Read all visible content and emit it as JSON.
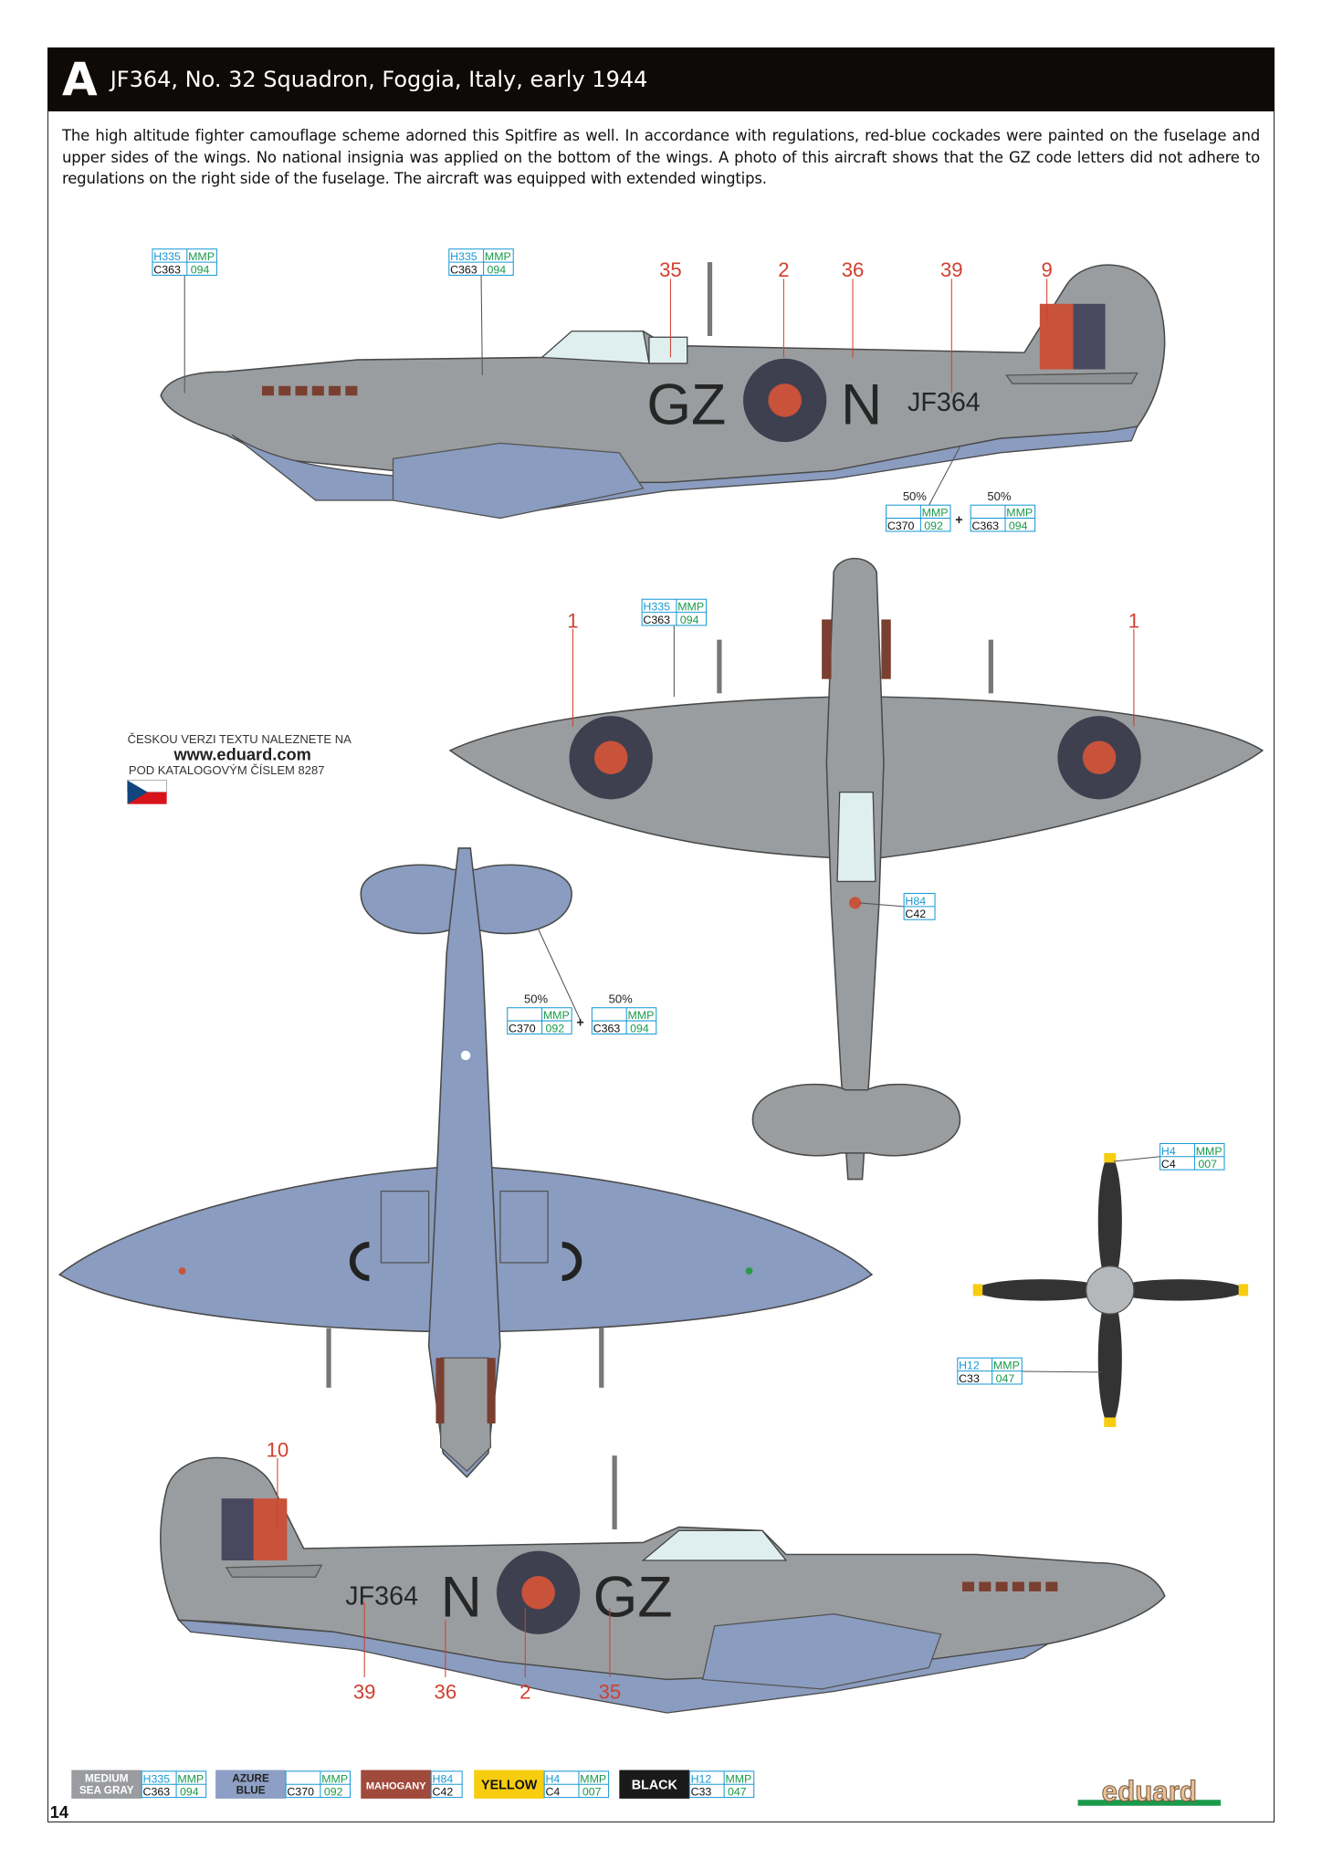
{
  "header": {
    "profile_letter": "A",
    "title": "JF364, No. 32 Squadron, Foggia, Italy, early 1944"
  },
  "description": "The high altitude fighter camouflage scheme adorned this Spitfire as well. In accordance with regulations, red-blue cockades were painted on the fuselage and upper sides of the wings. No national insignia was applied on the bottom of the wings. A photo of this aircraft shows that the GZ code letters did not adhere to regulations on the right side of the fuselage. The aircraft was equipped with extended wingtips.",
  "aircraft_markings": {
    "code_left": "GZ",
    "code_right": "N",
    "serial": "JF364"
  },
  "czech_note": {
    "line1": "ČESKOU VERZI TEXTU NALEZNETE NA",
    "url": "www.eduard.com",
    "line2": "POD KATALOGOVÝM ČÍSLEM 8287"
  },
  "stencil_numbers": {
    "left_side": [
      "35",
      "2",
      "36",
      "39",
      "9"
    ],
    "top_view": [
      "1",
      "1"
    ],
    "right_side": [
      "10",
      "39",
      "36",
      "2",
      "35"
    ]
  },
  "paint_callouts": [
    {
      "h": "H335",
      "mmp": "MMP",
      "c": "C363",
      "code": "094"
    },
    {
      "h": "H335",
      "mmp": "MMP",
      "c": "C363",
      "code": "094"
    },
    {
      "h": "",
      "mmp": "MMP",
      "c": "C370",
      "code": "092",
      "pct": "50%"
    },
    {
      "h": "",
      "mmp": "MMP",
      "c": "C363",
      "code": "094",
      "pct": "50%"
    },
    {
      "h": "H335",
      "mmp": "MMP",
      "c": "C363",
      "code": "094"
    },
    {
      "h": "H84",
      "mmp": "",
      "c": "C42",
      "code": ""
    },
    {
      "h": "",
      "mmp": "MMP",
      "c": "C370",
      "code": "092",
      "pct": "50%"
    },
    {
      "h": "",
      "mmp": "MMP",
      "c": "C363",
      "code": "094",
      "pct": "50%"
    },
    {
      "h": "H4",
      "mmp": "MMP",
      "c": "C4",
      "code": "007"
    },
    {
      "h": "H12",
      "mmp": "MMP",
      "c": "C33",
      "code": "047"
    }
  ],
  "mix_symbol": "+",
  "legend": [
    {
      "name1": "MEDIUM",
      "name2": "SEA GRAY",
      "h": "H335",
      "mmp": "MMP",
      "c": "C363",
      "code": "094",
      "color": "#9a9c9f"
    },
    {
      "name1": "AZURE",
      "name2": "BLUE",
      "h": "",
      "mmp": "MMP",
      "c": "C370",
      "code": "092",
      "color": "#8d9fc4"
    },
    {
      "name1": "MAHOGANY",
      "name2": "",
      "h": "H84",
      "mmp": "",
      "c": "C42",
      "code": "",
      "color": "#a04a3c"
    },
    {
      "name1": "YELLOW",
      "name2": "",
      "h": "H4",
      "mmp": "MMP",
      "c": "C4",
      "code": "007",
      "color": "#f7cd10"
    },
    {
      "name1": "BLACK",
      "name2": "",
      "h": "H12",
      "mmp": "MMP",
      "c": "C33",
      "code": "047",
      "color": "#1a1a1a"
    }
  ],
  "page_number": "14",
  "brand_logo": "eduard",
  "colors": {
    "medium_sea_gray": "#9a9d9f",
    "azure_blue": "#8a9cbf",
    "roundel_blue": "#3e4050",
    "roundel_red": "#c8523a",
    "callout_red": "#d0402f",
    "hu_blue": "#1a9ad6",
    "mmp_green": "#1a9a4a"
  }
}
